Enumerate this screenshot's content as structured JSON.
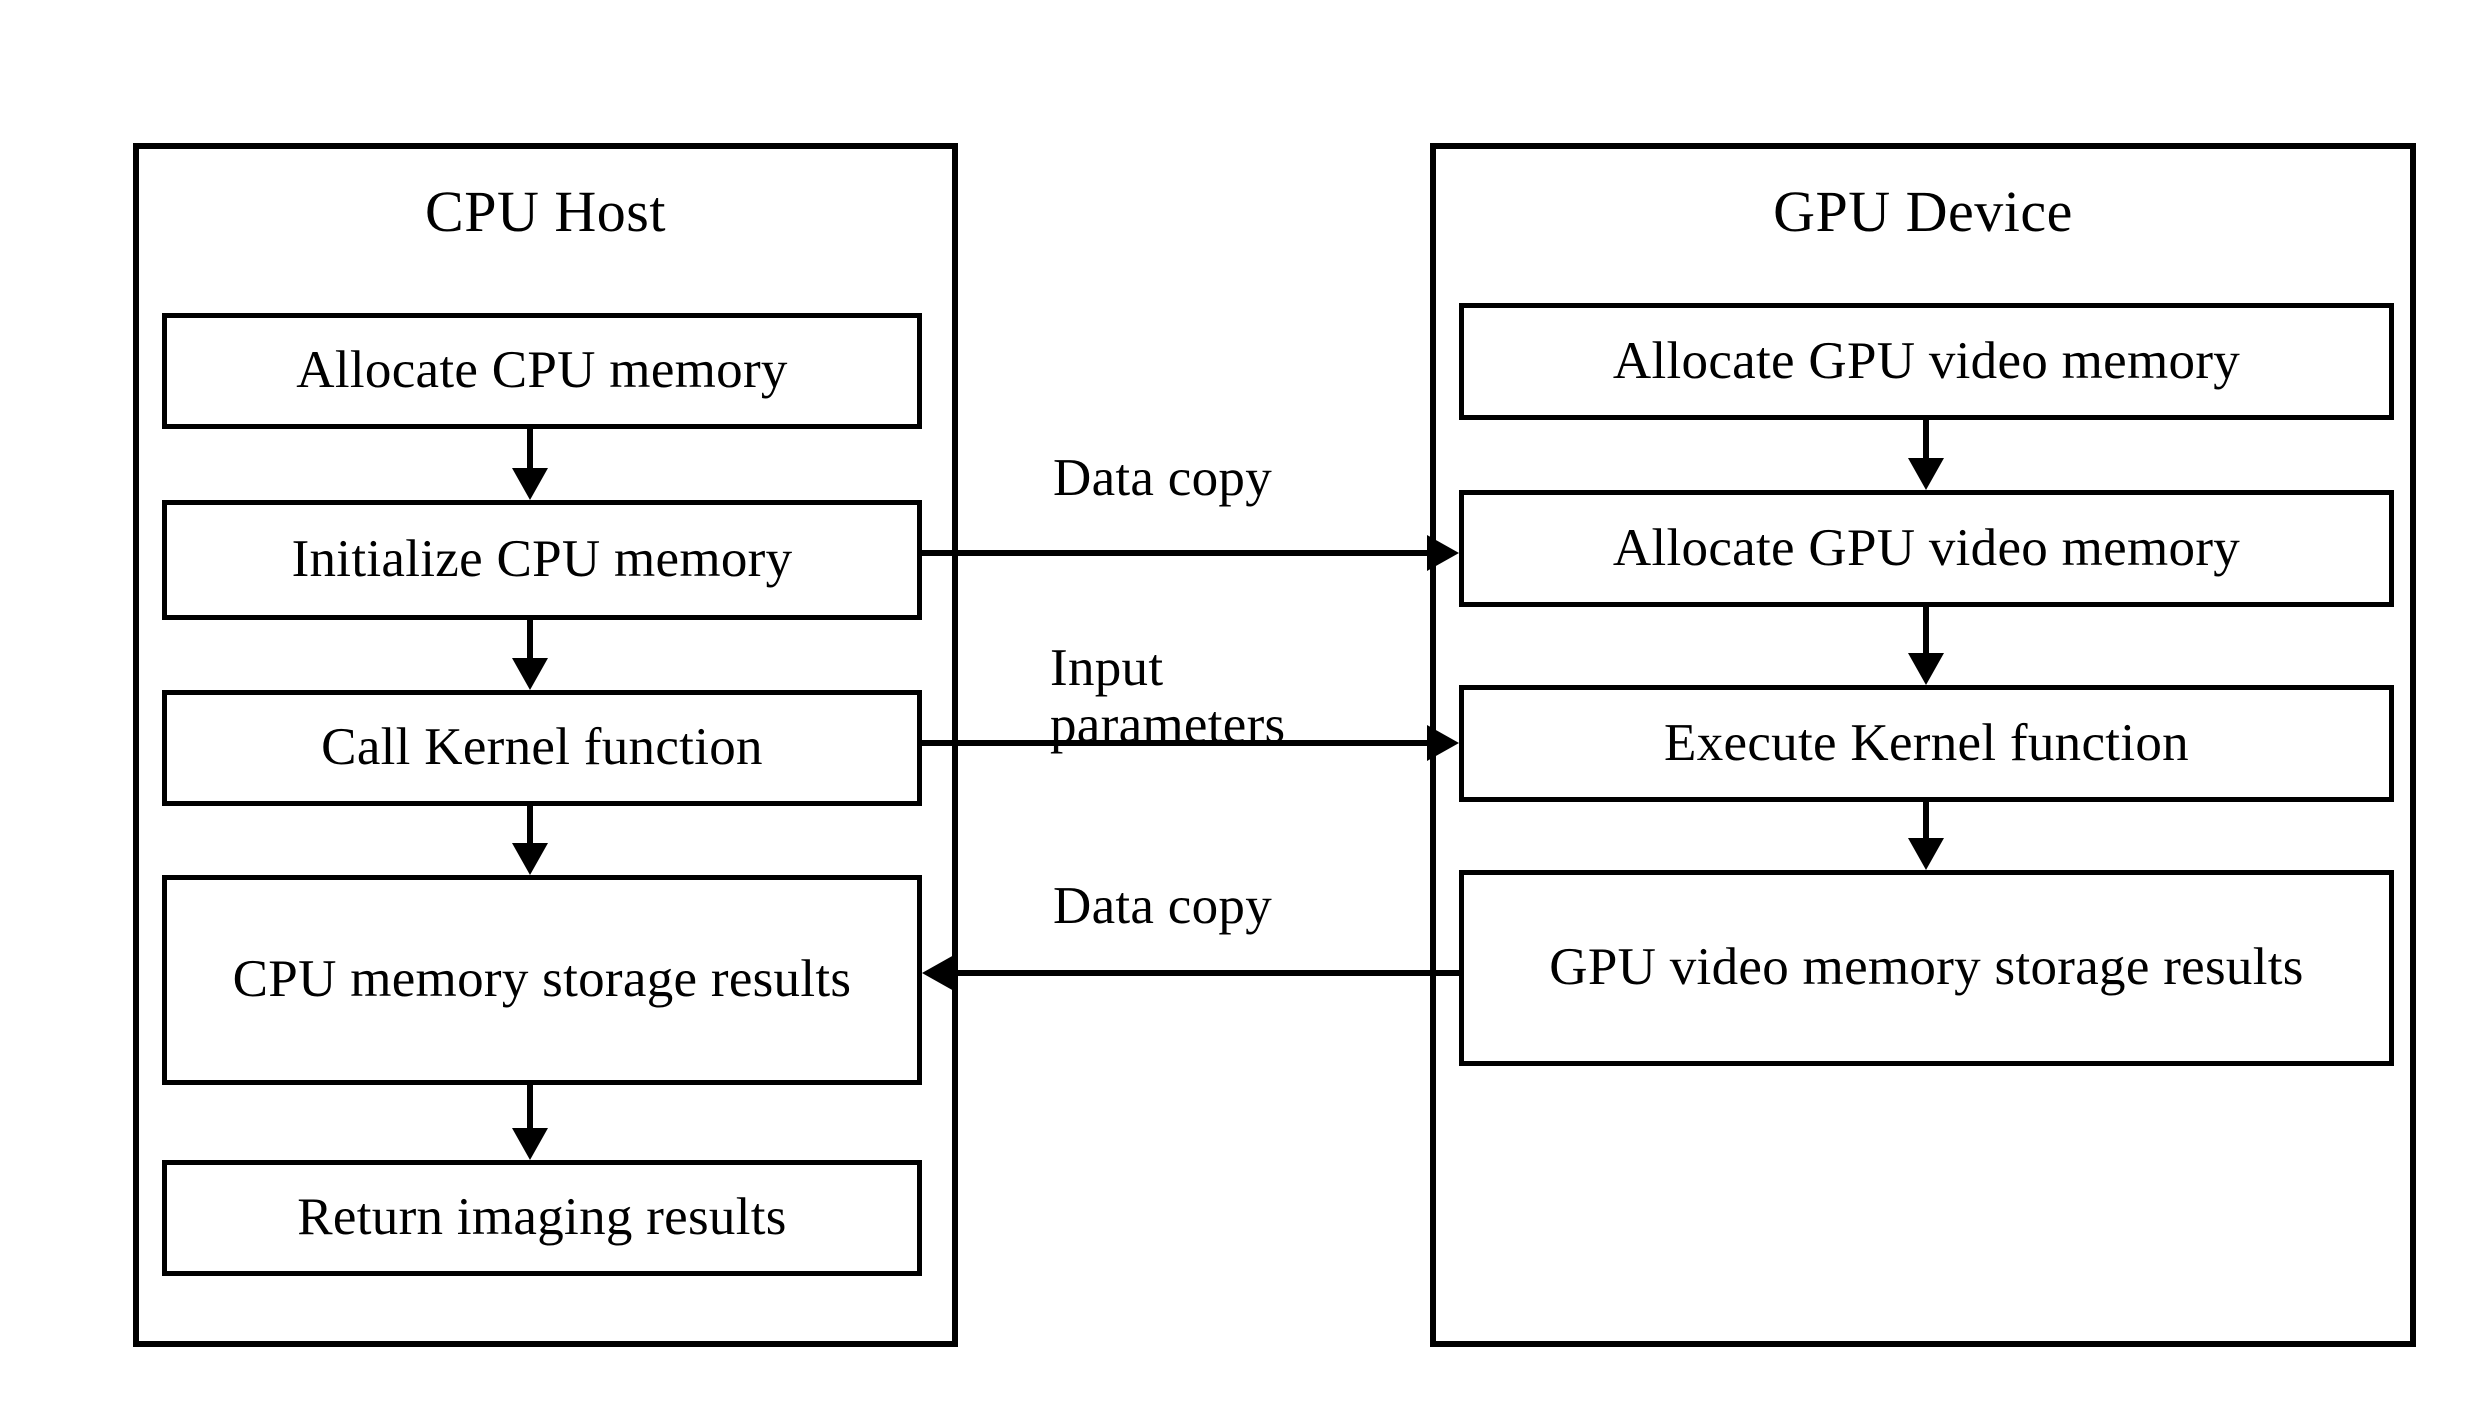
{
  "diagram": {
    "title": "CPU Host / GPU Device CUDA workflow",
    "background_color": "#ffffff",
    "line_color": "#000000",
    "cpu_panel": {
      "title": "CPU Host",
      "steps": [
        {
          "label": "Allocate  CPU  memory"
        },
        {
          "label": "Initialize CPU  memory"
        },
        {
          "label": "Call Kernel function"
        },
        {
          "label": "CPU  memory\nstorage  results"
        },
        {
          "label": "Return imaging  results"
        }
      ]
    },
    "gpu_panel": {
      "title": "GPU Device",
      "steps": [
        {
          "label": "Allocate GPU video memory"
        },
        {
          "label": "Allocate GPU video memory"
        },
        {
          "label": "Execute Kernel function"
        },
        {
          "label": "GPU video memory\nstorage  results"
        }
      ]
    },
    "connectors": [
      {
        "label": "Data copy",
        "direction": "cpu-to-gpu"
      },
      {
        "label": "Input\nparameters",
        "direction": "cpu-to-gpu"
      },
      {
        "label": "Data copy",
        "direction": "gpu-to-cpu"
      }
    ]
  }
}
